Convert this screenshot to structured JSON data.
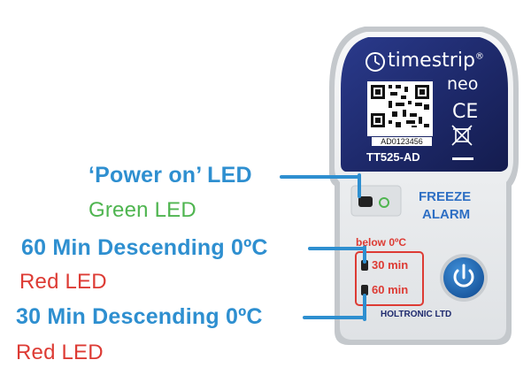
{
  "callouts": {
    "power": {
      "title": "‘Power on’ LED",
      "led": "Green LED"
    },
    "min60": {
      "title": "60 Min Descending 0ºC",
      "led": "Red LED"
    },
    "min30": {
      "title": "30 Min Descending 0ºC",
      "led": "Red LED"
    }
  },
  "device": {
    "brand": "timestrip",
    "brand_mark": "®",
    "sub_brand": "neo",
    "qr_code_text": "AD0123456",
    "model": "TT525-AD",
    "ce_mark": "CE",
    "freeze_line1": "FREEZE",
    "freeze_line2": "ALARM",
    "below_label": "below 0ºC",
    "led_30_label": "30 min",
    "led_60_label": "60 min",
    "maker": "HOLTRONIC LTD",
    "icons": [
      "power-icon",
      "weee-bin-icon",
      "clock-icon"
    ]
  },
  "colors": {
    "callout_blue": "#2e8fd0",
    "green_led": "#4fb550",
    "red_led": "#dd3b34",
    "device_navy": "#1e2a6e",
    "device_body": "#e9ecef"
  }
}
